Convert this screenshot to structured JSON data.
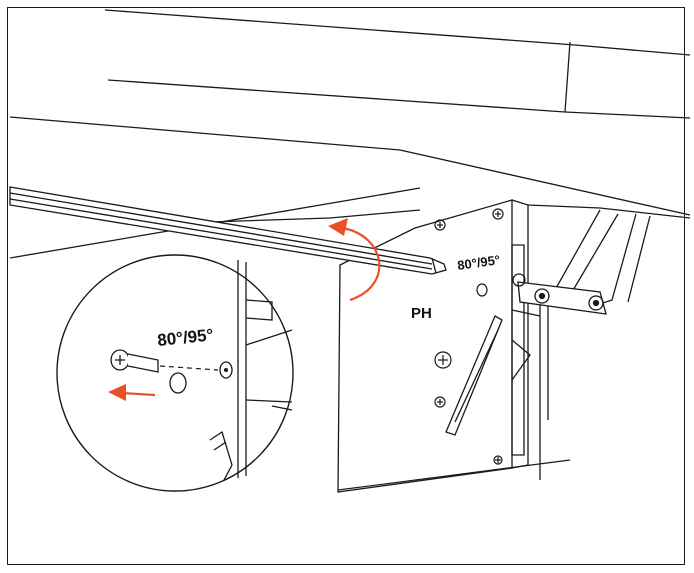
{
  "diagram": {
    "labels": {
      "angle_main": "80°/95°",
      "angle_detail": "80°/95°",
      "screwdriver": "PH"
    },
    "arrow_color": "#E8502A",
    "line_color": "#1A1A1A",
    "icons": [
      "rotate-arrow-icon",
      "pull-arrow-icon",
      "phillips-screw-icon"
    ]
  }
}
